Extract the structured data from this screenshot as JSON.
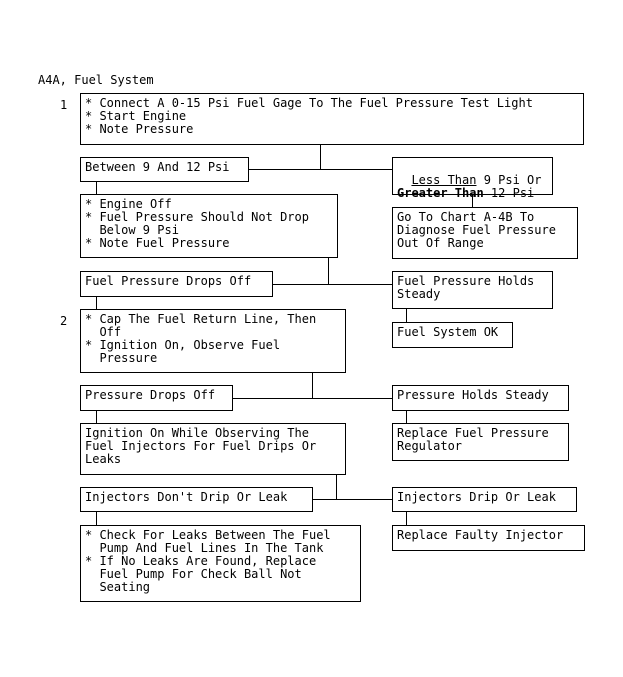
{
  "title": "A4A, Fuel System",
  "steps": {
    "s1": "1",
    "s2": "2"
  },
  "boxes": {
    "b1": "* Connect A 0-15 Psi Fuel Gage To The Fuel Pressure Test Light\n* Start Engine\n* Note Pressure",
    "between": "Between 9 And 12 Psi",
    "less_than": "Less Than",
    "less_rest": " 9 Psi Or",
    "greater_than": "Greater Than",
    "greater_rest": " 12 Psi",
    "engine_off": "* Engine Off\n* Fuel Pressure Should Not Drop\n  Below 9 Psi\n* Note Fuel Pressure",
    "chart": "Go To Chart A-4B To\nDiagnose Fuel Pressure\nOut Of Range",
    "drops_off": "Fuel Pressure Drops Off",
    "holds": "Fuel Pressure Holds\nSteady",
    "ok": "Fuel System OK",
    "cap": "* Cap The Fuel Return Line, Then\n  Off\n* Ignition On, Observe Fuel\n  Pressure",
    "p_drops": "Pressure Drops Off",
    "p_holds": "Pressure Holds Steady",
    "ignition": "Ignition On While Observing The\nFuel Injectors For Fuel Drips Or\nLeaks",
    "regulator": "Replace Fuel Pressure\nRegulator",
    "no_drip": "Injectors Don't Drip Or Leak",
    "drip": "Injectors Drip Or Leak",
    "check": "* Check For Leaks Between The Fuel\n  Pump And Fuel Lines In The Tank\n* If No Leaks Are Found, Replace\n  Fuel Pump For Check Ball Not\n  Seating",
    "faulty": "Replace Faulty Injector"
  }
}
